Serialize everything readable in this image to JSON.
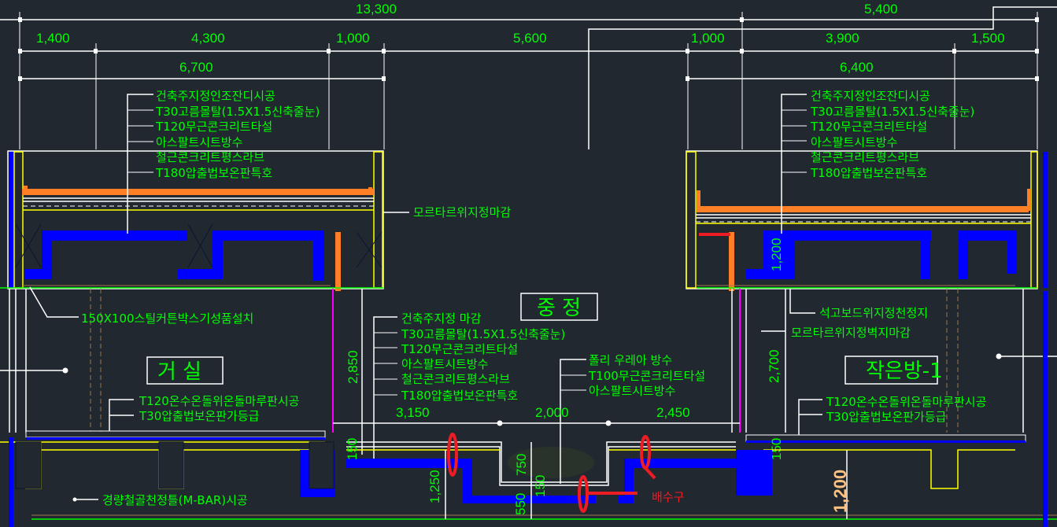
{
  "dimensions": {
    "overall": [
      "13,300",
      "5,400"
    ],
    "row2": [
      "1,400",
      "4,300",
      "1,000",
      "5,600",
      "1,000",
      "3,900",
      "1,500"
    ],
    "row3": [
      "6,700",
      "6,400"
    ],
    "courtyard": [
      "3,150",
      "2,000",
      "2,450"
    ],
    "vertical": [
      "2,850",
      "2,700",
      "1,200",
      "1,250",
      "750",
      "550",
      "150",
      "150",
      "150"
    ],
    "highlight": "1,200"
  },
  "roof_left": {
    "layers": [
      "건축주지정인조잔디시공",
      "T30고름몰탈(1.5X1.5신축줄눈)",
      "T120무근콘크리트타설",
      "아스팔트시트방수",
      "철근콘크리트평스라브",
      "T180압출법보온판특호"
    ],
    "finish": "모르타르위지정마감"
  },
  "roof_right": {
    "layers": [
      "건축주지정인조잔디시공",
      "T30고름몰탈(1.5X1.5신축줄눈)",
      "T120무근콘크리트타설",
      "아스팔트시트방수",
      "철근콘크리트평스라브",
      "T180압출법보온판특호"
    ]
  },
  "courtyard": {
    "room": "중 정",
    "layers": [
      "건축주지정 마감",
      "T30고름몰탈(1.5X1.5신축줄눈)",
      "T120무근콘크리트타설",
      "아스팔트시트방수",
      "철근콘크리트평스라브",
      "T180압출법보온판특호"
    ],
    "planter_layers": [
      "폴리 우레아 방수",
      "T100무근콘크리트타설",
      "아스팔트시트방수"
    ],
    "drain": "배수구"
  },
  "living": {
    "room": "거 실",
    "curtain": "150X100스틸커튼박스기성품설치",
    "floor": [
      "T120온수온돌위온돌마루판시공",
      "T30압출법보온판가등급"
    ],
    "ceiling": "경량철골천정틀(M-BAR)시공"
  },
  "small_room": {
    "room": "작은방-1",
    "ceiling": "석고보드위지정천정지",
    "wall": "모르타르위지정벽지마감",
    "floor": [
      "T120온수온돌위온돌마루판시공",
      "T30압출법보온판가등급"
    ]
  },
  "colors": {
    "background": "#212830",
    "text": "#00ff00",
    "insulation": "#0000ff",
    "waterproof": "#ff7f27",
    "markup": "#ee1c24"
  }
}
